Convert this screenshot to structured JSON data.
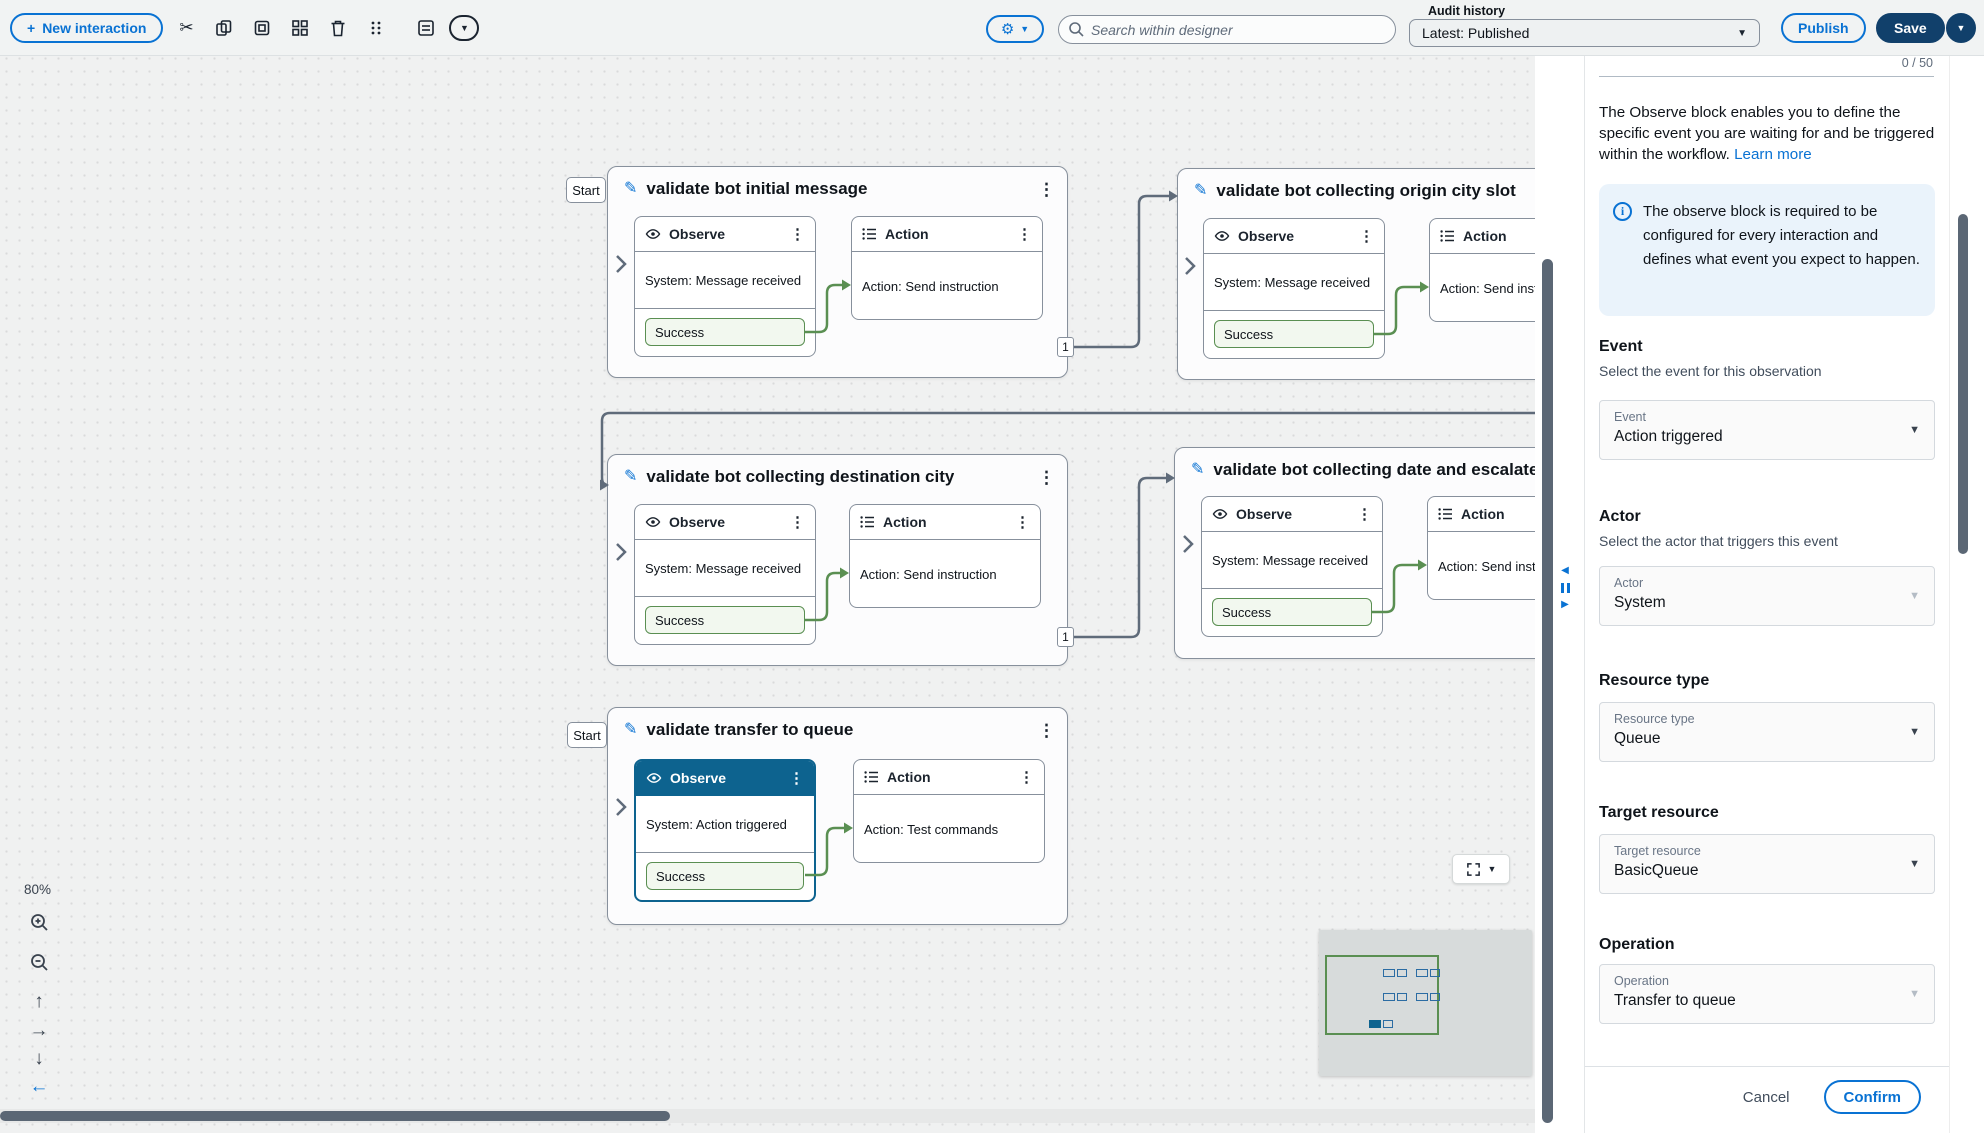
{
  "toolbar": {
    "new_interaction_label": "New interaction",
    "search_placeholder": "Search within designer",
    "audit_history_label": "Audit history",
    "audit_history_value": "Latest: Published",
    "publish_label": "Publish",
    "save_label": "Save",
    "icons": [
      "plus",
      "cut",
      "copy",
      "paste",
      "group",
      "delete",
      "drag-dots",
      "notes",
      "dropdown-caret",
      "settings-gear",
      "search"
    ]
  },
  "canvas": {
    "zoom_percent": "80%",
    "start_label": "Start",
    "blocks": [
      {
        "title": "validate bot initial message",
        "observe_label": "Observe",
        "observe_event": "System: Message received",
        "port": "Success",
        "action_label": "Action",
        "action_text": "Action: Send instruction",
        "badge": "1"
      },
      {
        "title": "validate bot collecting origin city slot",
        "observe_label": "Observe",
        "observe_event": "System: Message received",
        "port": "Success",
        "action_label": "Action",
        "action_text": "Action: Send instruction"
      },
      {
        "title": "validate bot collecting destination city",
        "observe_label": "Observe",
        "observe_event": "System: Message received",
        "port": "Success",
        "action_label": "Action",
        "action_text": "Action: Send instruction",
        "badge": "1"
      },
      {
        "title": "validate bot collecting date and escalate to",
        "observe_label": "Observe",
        "observe_event": "System: Message received",
        "port": "Success",
        "action_label": "Action",
        "action_text": "Action: Send instruction"
      },
      {
        "title": "validate transfer to queue",
        "observe_label": "Observe",
        "observe_event": "System: Action triggered",
        "port": "Success",
        "action_label": "Action",
        "action_text": "Action: Test commands"
      }
    ]
  },
  "panel": {
    "counter": "0 / 50",
    "intro": "The Observe block enables you to define the specific event you are waiting for and be triggered within the workflow.",
    "learn_more": "Learn more",
    "info_text": "The observe block is required to be configured for every interaction and defines what event you expect to happen.",
    "event_title": "Event",
    "event_hint": "Select the event for this observation",
    "event_label": "Event",
    "event_value": "Action triggered",
    "actor_title": "Actor",
    "actor_hint": "Select the actor that triggers this event",
    "actor_label": "Actor",
    "actor_value": "System",
    "resource_title": "Resource type",
    "resource_label": "Resource type",
    "resource_value": "Queue",
    "target_title": "Target resource",
    "target_label": "Target resource",
    "target_value": "BasicQueue",
    "operation_title": "Operation",
    "operation_label": "Operation",
    "operation_value": "Transfer to queue",
    "cancel_label": "Cancel",
    "confirm_label": "Confirm"
  },
  "colors": {
    "accent": "#0972d3",
    "dark_button": "#11406b",
    "success_green": "#5a8f52",
    "connector_gray": "#5f6b7a",
    "selected_block": "#0d638f",
    "info_background": "#eaf3fb"
  }
}
